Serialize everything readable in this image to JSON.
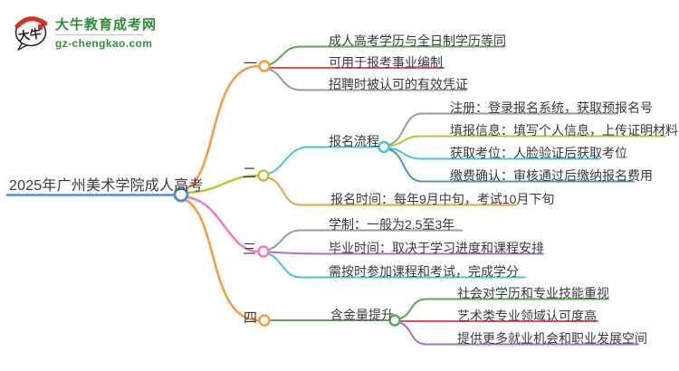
{
  "palette": {
    "blue": "#4a90d2",
    "orange": "#f79b3b",
    "green": "#55ab55",
    "red": "#e05252",
    "gray": "#9b9b9b",
    "yellowGreen": "#bcc42f",
    "cyan": "#45c6dd",
    "pink": "#f178cb",
    "purple": "#a16fd8",
    "logoGreen": "#2e8f36",
    "logoRed": "#d93025",
    "ink": "#3a3a3a"
  },
  "logo": {
    "icon_text": "大牛",
    "name": "大牛教育成考网",
    "domain": "gz-chengkao.com"
  },
  "root": {
    "label": "2025年广州美术学院成人高考"
  },
  "branches": [
    {
      "label": "一",
      "items": [
        "成人高考学历与全日制学历等同",
        "可用于报考事业编制",
        "招聘时被认可的有效凭证"
      ]
    },
    {
      "label": "二",
      "subtopic": "报名流程",
      "steps": [
        "注册：登录报名系统，获取预报名号",
        "填报信息：填写个人信息，上传证明材料",
        "获取考位：人脸验证后获取考位",
        "缴费确认：审核通过后缴纳报名费用"
      ],
      "time": "报名时间：每年9月中旬，考试10月下旬"
    },
    {
      "label": "三",
      "items": [
        "学制：一般为2.5至3年",
        "毕业时间：取决于学习进度和课程安排",
        "需按时参加课程和考试，完成学分"
      ]
    },
    {
      "label": "四",
      "subtopic": "含金量提升",
      "items": [
        "社会对学历和专业技能重视",
        "艺术类专业领域认可度高",
        "提供更多就业机会和职业发展空间"
      ]
    }
  ]
}
